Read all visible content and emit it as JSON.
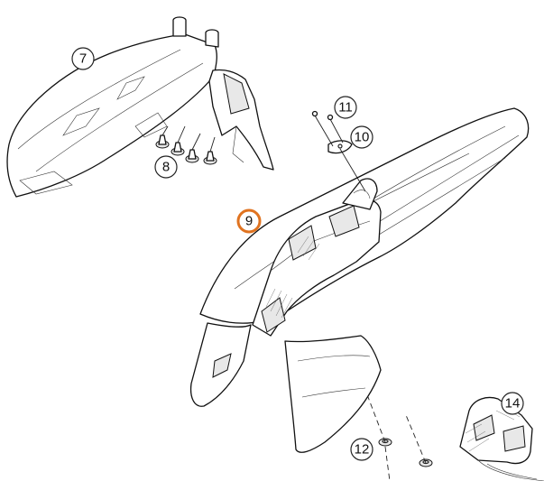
{
  "diagram": {
    "callouts": [
      {
        "id": "7",
        "label": "7"
      },
      {
        "id": "8",
        "label": "8"
      },
      {
        "id": "9",
        "label": "9",
        "highlight": true
      },
      {
        "id": "10",
        "label": "10"
      },
      {
        "id": "11",
        "label": "11"
      },
      {
        "id": "12",
        "label": "12"
      },
      {
        "id": "14",
        "label": "14"
      }
    ],
    "colors": {
      "line": "#111111",
      "highlight": "#e07320",
      "background": "#ffffff"
    }
  }
}
